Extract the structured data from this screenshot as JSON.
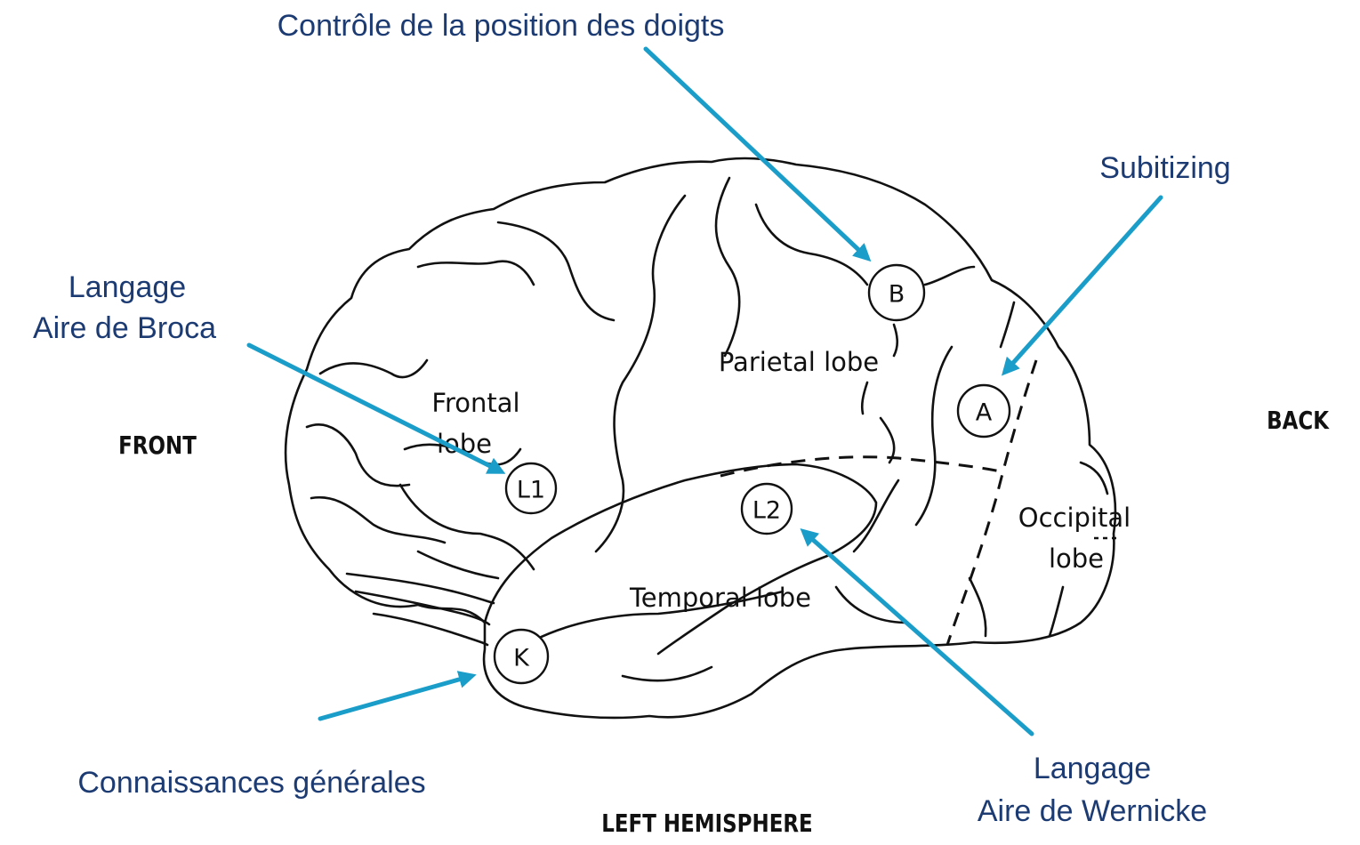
{
  "colors": {
    "annotation": "#1d3b73",
    "arrow": "#1a9ec9",
    "outline": "#111111"
  },
  "orientation": {
    "front": "FRONT",
    "back": "BACK",
    "hemisphere": "LEFT HEMISPHERE"
  },
  "lobes": {
    "frontal_line1": "Frontal",
    "frontal_line2": "lobe",
    "parietal": "Parietal lobe",
    "temporal": "Temporal lobe",
    "occipital_line1": "Occipital",
    "occipital_line2": "lobe"
  },
  "regions": {
    "B": "B",
    "A": "A",
    "L1": "L1",
    "L2": "L2",
    "K": "K"
  },
  "annotations": {
    "finger_control": "Contrôle de la position des doigts",
    "subitizing": "Subitizing",
    "broca_line1": "Langage",
    "broca_line2": "Aire de Broca",
    "general_knowledge": "Connaissances générales",
    "wernicke_line1": "Langage",
    "wernicke_line2": "Aire de Wernicke"
  }
}
